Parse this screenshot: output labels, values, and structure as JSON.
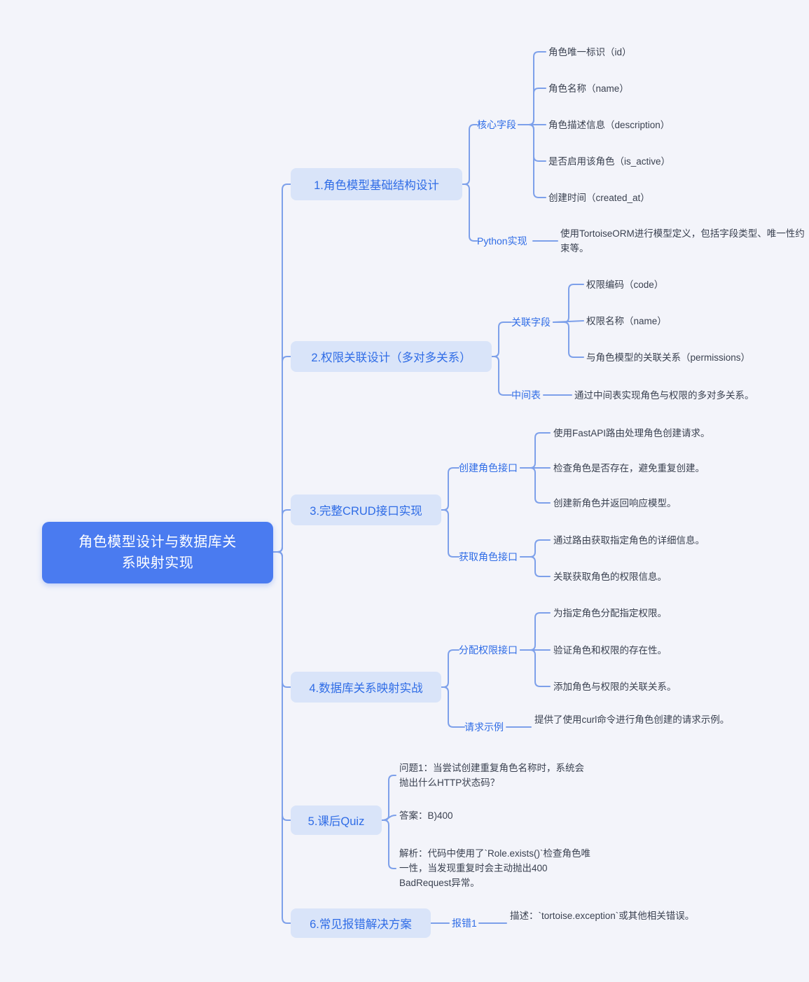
{
  "colors": {
    "canvas-bg": "#f3f4fa",
    "root-bg": "#4a7bf0",
    "root-text": "#ffffff",
    "branch-bg": "#d9e4f9",
    "accent-text": "#2f6ce6",
    "leaf-text": "#3a4150",
    "line-color": "#7da0ea"
  },
  "root": {
    "label": "角色模型设计与数据库关系映射实现"
  },
  "branches": [
    {
      "label": "1.角色模型基础结构设计",
      "children": [
        {
          "label": "核心字段",
          "leaves": [
            "角色唯一标识（id）",
            "角色名称（name）",
            "角色描述信息（description）",
            "是否启用该角色（is_active）",
            "创建时间（created_at）"
          ]
        },
        {
          "label": "Python实现",
          "leaves": [
            "使用TortoiseORM进行模型定义，包括字段类型、唯一性约束等。"
          ]
        }
      ]
    },
    {
      "label": "2.权限关联设计（多对多关系）",
      "children": [
        {
          "label": "关联字段",
          "leaves": [
            "权限编码（code）",
            "权限名称（name）",
            "与角色模型的关联关系（permissions）"
          ]
        },
        {
          "label": "中间表",
          "leaves": [
            "通过中间表实现角色与权限的多对多关系。"
          ]
        }
      ]
    },
    {
      "label": "3.完整CRUD接口实现",
      "children": [
        {
          "label": "创建角色接口",
          "leaves": [
            "使用FastAPI路由处理角色创建请求。",
            "检查角色是否存在，避免重复创建。",
            "创建新角色并返回响应模型。"
          ]
        },
        {
          "label": "获取角色接口",
          "leaves": [
            "通过路由获取指定角色的详细信息。",
            "关联获取角色的权限信息。"
          ]
        }
      ]
    },
    {
      "label": "4.数据库关系映射实战",
      "children": [
        {
          "label": "分配权限接口",
          "leaves": [
            "为指定角色分配指定权限。",
            "验证角色和权限的存在性。",
            "添加角色与权限的关联关系。"
          ]
        },
        {
          "label": "请求示例",
          "leaves": [
            "提供了使用curl命令进行角色创建的请求示例。"
          ]
        }
      ]
    },
    {
      "label": "5.课后Quiz",
      "leaves": [
        "问题1：当尝试创建重复角色名称时，系统会抛出什么HTTP状态码？",
        "答案：B)400",
        "解析：代码中使用了`Role.exists()`检查角色唯一性，当发现重复时会主动抛出400 BadRequest异常。"
      ]
    },
    {
      "label": "6.常见报错解决方案",
      "children": [
        {
          "label": "报错1",
          "leaves": [
            "描述：`tortoise.exception`或其他相关错误。"
          ]
        }
      ]
    }
  ]
}
